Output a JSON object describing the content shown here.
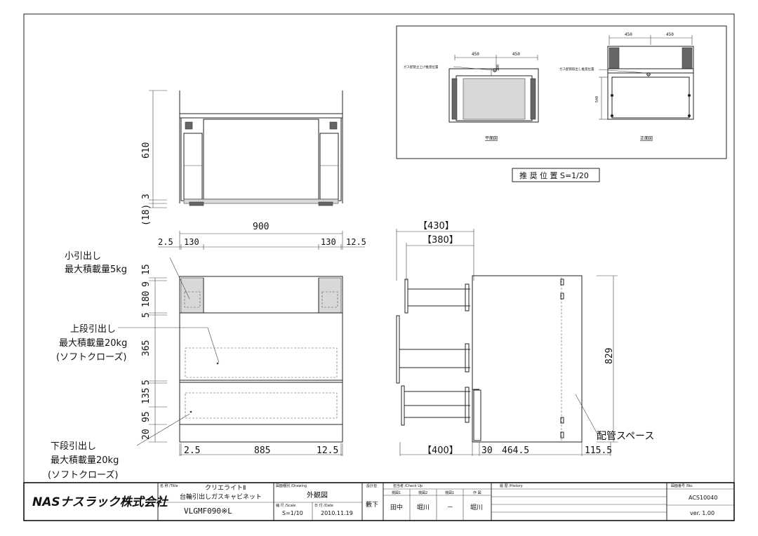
{
  "inset": {
    "dim_left_a": "450",
    "dim_left_b": "450",
    "dim_right_a": "450",
    "dim_right_b": "450",
    "depth_tag": "100",
    "height_540": "540",
    "label_left": "ガス配管立上げ推奨位置",
    "label_right": "ガス配管取出し推奨位置",
    "caption_plan": "平面図",
    "caption_front": "正面図",
    "title": "推 奨 位 置 S=1/20"
  },
  "top_view": {
    "dim_610": "610",
    "dim_3": "3",
    "dim_18": "(18)"
  },
  "front_view": {
    "dim_900": "900",
    "dim_2_5_top": "2.5",
    "dim_130_left": "130",
    "dim_130_right": "130",
    "dim_12_5_top": "12.5",
    "v_15": "15",
    "v_9": "9",
    "v_180": "180",
    "v_5a": "5",
    "v_365": "365",
    "v_5b": "5",
    "v_135": "135",
    "v_95": "95",
    "v_20": "20",
    "dim_2_5_bottom": "2.5",
    "dim_885": "885",
    "dim_12_5_bottom": "12.5"
  },
  "side_view": {
    "dim_430": "【430】",
    "dim_380": "【380】",
    "dim_829": "829",
    "dim_400": "【400】",
    "dim_30": "30",
    "dim_464_5": "464.5",
    "dim_115_5": "115.5",
    "pipe_label": "配管スペース"
  },
  "notes": {
    "small_drawer_1": "小引出し",
    "small_drawer_2": "最大積載量5kg",
    "upper_drawer_1": "上段引出し",
    "upper_drawer_2": "最大積載量20kg",
    "upper_drawer_3": "(ソフトクローズ)",
    "lower_drawer_1": "下段引出し",
    "lower_drawer_2": "最大積載量20kg",
    "lower_drawer_3": "(ソフトクローズ)"
  },
  "title_block": {
    "company": "NASナスラック株式会社",
    "name_label": "名 称 /Title",
    "name_line1": "クリエライトⅡ",
    "name_line2": "台輪引出しガスキャビネット",
    "model": "VLGMF090※L",
    "drawing_type_label": "図面種別 /Drawing",
    "drawing_type": "外観図",
    "scale_label": "縮 尺 /Scale",
    "scale": "S=1/10",
    "date_label": "日 付 /Date",
    "date": "2010.11.19",
    "designer_label": "設計担",
    "designer": "藪下",
    "check_label": "担当者 /Check Up",
    "check_h1": "検図1",
    "check_h2": "検図2",
    "check_h3": "検図1",
    "check_h4": "作 図",
    "check_v1": "田中",
    "check_v2": "堀川",
    "check_v3": "－",
    "check_v4": "堀川",
    "history_label": "履 歴 /History",
    "number_label": "図面番号 /No.",
    "number": "ACS10040",
    "version": "ver. 1.00"
  }
}
